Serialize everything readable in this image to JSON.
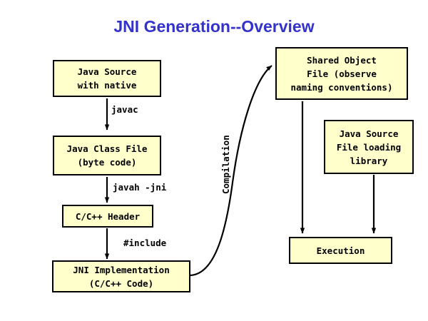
{
  "slide": {
    "title": "JNI Generation--Overview",
    "title_color": "#3333cc",
    "background_color": "#ffffff"
  },
  "style": {
    "node_fill": "#ffffcc",
    "node_border": "#000000",
    "wire_color": "#000000"
  },
  "diagram": {
    "type": "flowchart",
    "nodes": [
      {
        "id": "java-source-native",
        "label": "Java Source\nwith native"
      },
      {
        "id": "java-class-file",
        "label": "Java Class File\n(byte code)"
      },
      {
        "id": "c-cpp-header",
        "label": "C/C++ Header"
      },
      {
        "id": "jni-implementation",
        "label": "JNI Implementation\n(C/C++ Code)"
      },
      {
        "id": "shared-object-file",
        "label": "Shared Object\nFile (observe\nnaming conventions)"
      },
      {
        "id": "java-source-loading",
        "label": "Java Source\nFile loading\nlibrary"
      },
      {
        "id": "execution",
        "label": "Execution"
      }
    ],
    "edges": [
      {
        "id": "javac",
        "from": "java-source-native",
        "to": "java-class-file",
        "label": "javac"
      },
      {
        "id": "javah-jni",
        "from": "java-class-file",
        "to": "c-cpp-header",
        "label": "javah -jni"
      },
      {
        "id": "include",
        "from": "c-cpp-header",
        "to": "jni-implementation",
        "label": "#include"
      },
      {
        "id": "compilation",
        "from": "jni-implementation",
        "to": "shared-object-file",
        "label": "Compilation"
      },
      {
        "id": "so-to-exec",
        "from": "shared-object-file",
        "to": "execution",
        "label": ""
      },
      {
        "id": "loader-to-exec",
        "from": "java-source-loading",
        "to": "execution",
        "label": ""
      }
    ]
  }
}
